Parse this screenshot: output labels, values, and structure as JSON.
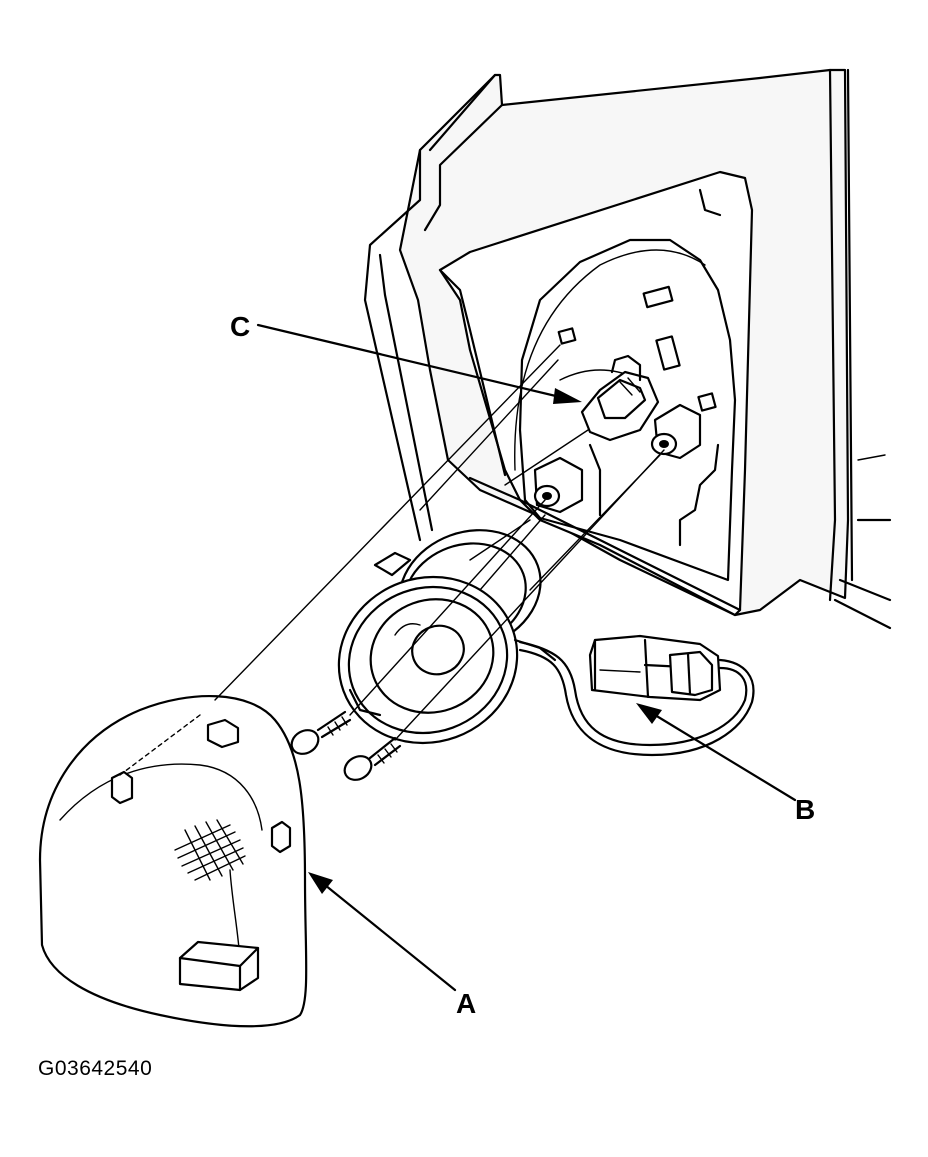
{
  "callouts": {
    "a": "A",
    "b": "B",
    "c": "C"
  },
  "figure_code": "G03642540",
  "parts": {
    "cover": "A",
    "connector": "B",
    "speaker_connector": "C"
  }
}
